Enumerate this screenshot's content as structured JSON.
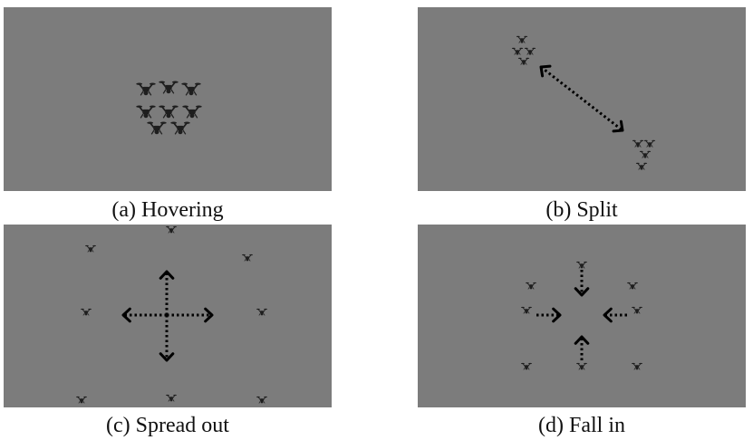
{
  "panels": [
    {
      "caption": "(a) Hovering",
      "behavior": "hovering"
    },
    {
      "caption": "(b) Split",
      "behavior": "split"
    },
    {
      "caption": "(c) Spread out",
      "behavior": "spread-out"
    },
    {
      "caption": "(d) Fall in",
      "behavior": "fall-in"
    }
  ],
  "colors": {
    "background": "#7c7c7c",
    "drone": "#1e1e1e",
    "arrow": "#000000"
  },
  "icons": {
    "drone": "drone-icon",
    "arrow": "dotted-arrow"
  }
}
